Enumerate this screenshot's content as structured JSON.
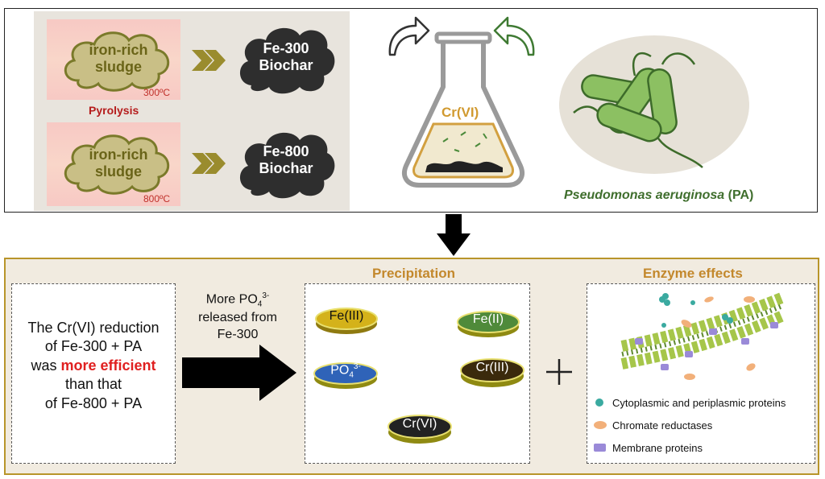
{
  "top": {
    "sludge_300": {
      "line1": "iron-rich",
      "line2": "sludge",
      "temp": "300ºC"
    },
    "pyrolysis": "Pyrolysis",
    "sludge_800": {
      "line1": "iron-rich",
      "line2": "sludge",
      "temp": "800ºC"
    },
    "biochar_300": {
      "line1": "Fe-300",
      "line2": "Biochar"
    },
    "biochar_800": {
      "line1": "Fe-800",
      "line2": "Biochar"
    },
    "flask_label": "Cr(VI)",
    "bacteria": {
      "name": "Pseudomonas aeruginosa",
      "abbr": "(PA)"
    }
  },
  "bottom": {
    "statement": {
      "l1": "The Cr(VI) reduction",
      "l2": "of Fe-300 + PA",
      "l3_pre": "was ",
      "l3_em": "more efficient",
      "l4": "than that",
      "l5": "of Fe-800 + PA"
    },
    "arrow_note": {
      "l1_pre": "More PO",
      "l1_sub": "4",
      "l1_sup": "3-",
      "l2": "released from",
      "l3": "Fe-300"
    },
    "precipitation": {
      "title": "Precipitation",
      "fe3": "Fe(III)",
      "fe2": "Fe(II)",
      "po4": "PO",
      "po4_sub": "4",
      "po4_sup": "3-",
      "cr3": "Cr(III)",
      "cr6": "Cr(VI)"
    },
    "enzyme": {
      "title": "Enzyme effects",
      "legend": [
        "Cytoplasmic and periplasmic proteins",
        "Chromate reductases",
        "Membrane proteins"
      ]
    }
  },
  "colors": {
    "olive": "#8b8a2a",
    "brown": "#b07a2a",
    "green": "#3f6e2d",
    "red": "#e02020",
    "frame_gold": "#b8952a"
  }
}
